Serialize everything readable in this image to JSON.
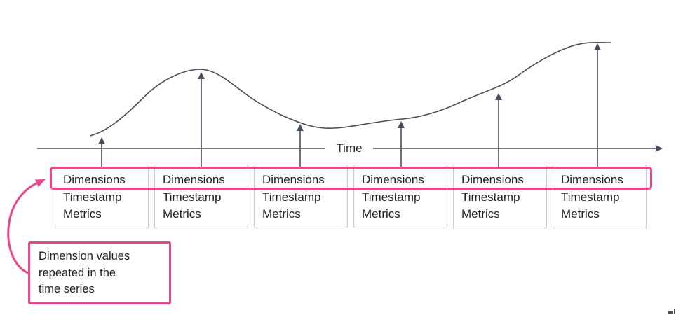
{
  "colors": {
    "accent_pink": "#E8468B",
    "line_dark": "#474D59",
    "box_border": "#C7CBD1",
    "text_dark": "#202228"
  },
  "time_axis": {
    "label": "Time"
  },
  "record_boxes": {
    "count": 6,
    "items": [
      {
        "dimensions": "Dimensions",
        "timestamp": "Timestamp",
        "metrics": "Metrics"
      },
      {
        "dimensions": "Dimensions",
        "timestamp": "Timestamp",
        "metrics": "Metrics"
      },
      {
        "dimensions": "Dimensions",
        "timestamp": "Timestamp",
        "metrics": "Metrics"
      },
      {
        "dimensions": "Dimensions",
        "timestamp": "Timestamp",
        "metrics": "Metrics"
      },
      {
        "dimensions": "Dimensions",
        "timestamp": "Timestamp",
        "metrics": "Metrics"
      },
      {
        "dimensions": "Dimensions",
        "timestamp": "Timestamp",
        "metrics": "Metrics"
      }
    ]
  },
  "callout": {
    "lines": [
      "Dimension values",
      "repeated in the",
      "time series"
    ]
  }
}
